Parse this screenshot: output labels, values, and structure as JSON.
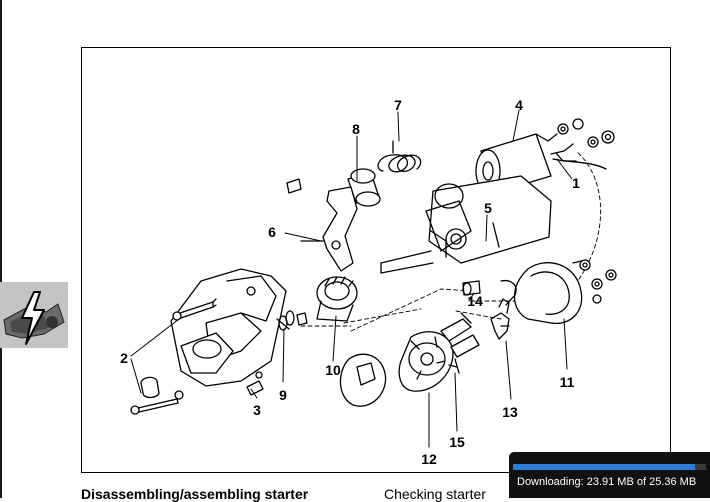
{
  "figure": {
    "callouts": [
      "1",
      "2",
      "3",
      "4",
      "5",
      "6",
      "7",
      "8",
      "9",
      "10",
      "11",
      "12",
      "13",
      "14",
      "15"
    ]
  },
  "side_icon": {
    "icon": "lightning-electrical-icon"
  },
  "captions": {
    "left": "Disassembling/assembling starter",
    "right": "Checking starter"
  },
  "download": {
    "text": "Downloading: 23.91 MB of 25.36 MB",
    "progress": 0.943,
    "bar_color": "#2c7bd8"
  }
}
